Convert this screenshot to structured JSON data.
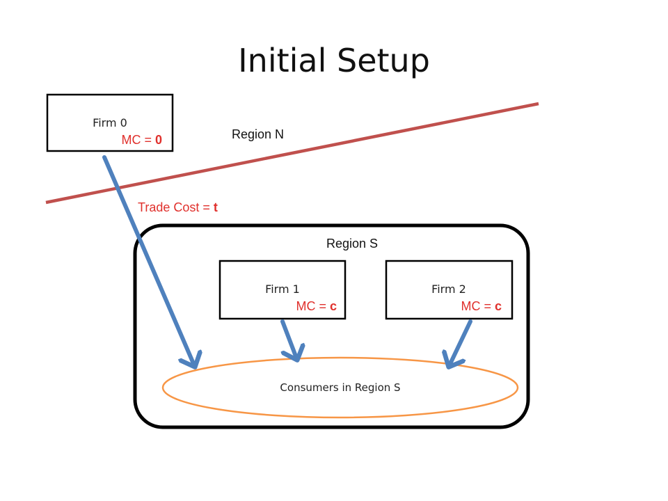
{
  "title": "Initial Setup",
  "region_n": {
    "label": "Region N",
    "line_color": "#c0504d"
  },
  "region_s": {
    "label": "Region S"
  },
  "trade_cost": {
    "label": "Trade Cost = ",
    "value": "t"
  },
  "firms": [
    {
      "name": "Firm 0",
      "mc_label": "MC = ",
      "mc_value": "0"
    },
    {
      "name": "Firm 1",
      "mc_label": "MC = ",
      "mc_value": "c"
    },
    {
      "name": "Firm 2",
      "mc_label": "MC = ",
      "mc_value": "c"
    }
  ],
  "consumers": {
    "label": "Consumers in Region S",
    "outline_color": "#f79646"
  },
  "colors": {
    "arrow": "#4f81bd",
    "mc_text": "#e0302c",
    "trade_text": "#e0302c"
  }
}
